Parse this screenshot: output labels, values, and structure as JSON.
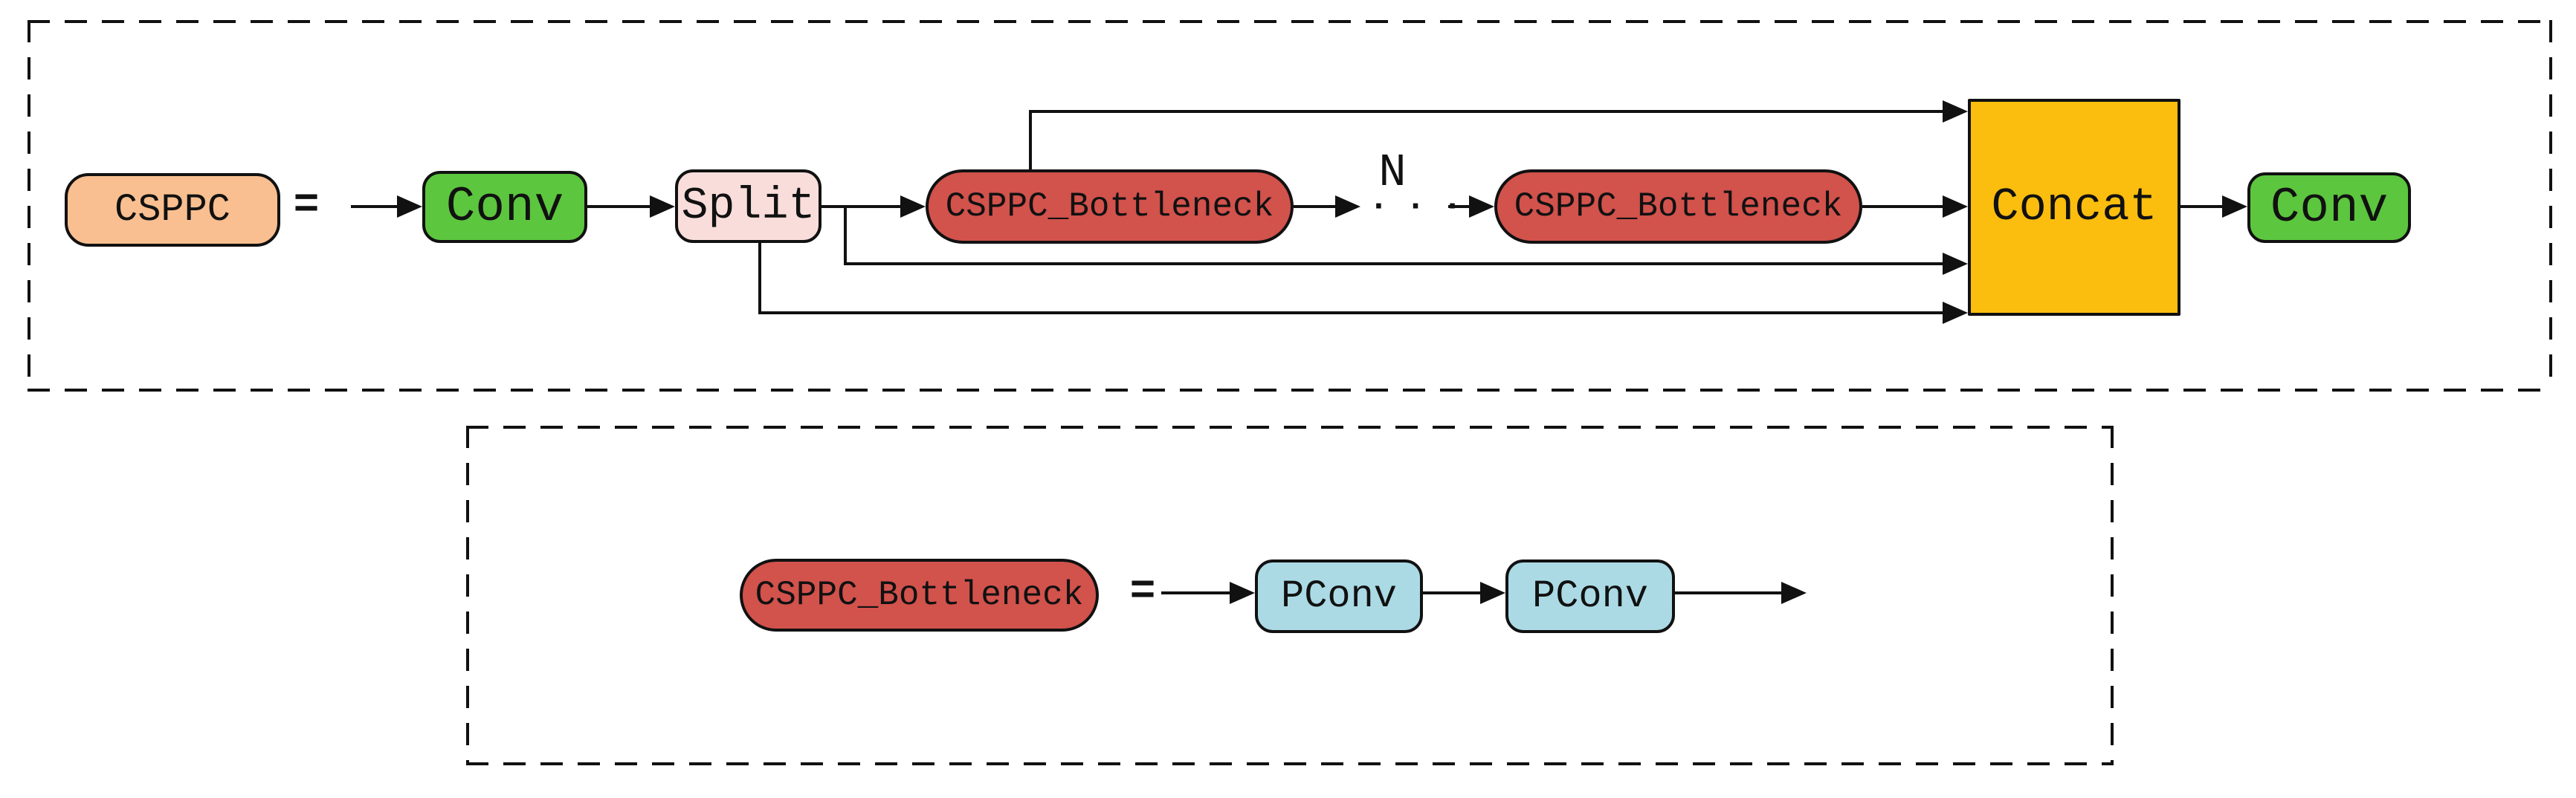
{
  "diagram": {
    "title_semantics": "CSPPC module structure diagram",
    "line_color": "#111111",
    "background": "#ffffff",
    "top_panel": {
      "csppc": {
        "label": "CSPPC",
        "fill": "#F9BF90"
      },
      "equals": "=",
      "conv_in": {
        "label": "Conv",
        "fill": "#5CC63E"
      },
      "split": {
        "label": "Split",
        "fill": "#F8DDDB"
      },
      "bottleneck_1": {
        "label": "CSPPC_Bottleneck",
        "fill": "#D2524C"
      },
      "repeat_count": "N",
      "ellipsis": "···",
      "bottleneck_2": {
        "label": "CSPPC_Bottleneck",
        "fill": "#D2524C"
      },
      "concat": {
        "label": "Concat",
        "fill": "#FBBD0E"
      },
      "conv_out": {
        "label": "Conv",
        "fill": "#5CC63E"
      }
    },
    "bottom_panel": {
      "bottleneck": {
        "label": "CSPPC_Bottleneck",
        "fill": "#D2524C"
      },
      "equals": "=",
      "pconv_1": {
        "label": "PConv",
        "fill": "#ABDAE5"
      },
      "pconv_2": {
        "label": "PConv",
        "fill": "#ABDAE5"
      }
    }
  }
}
